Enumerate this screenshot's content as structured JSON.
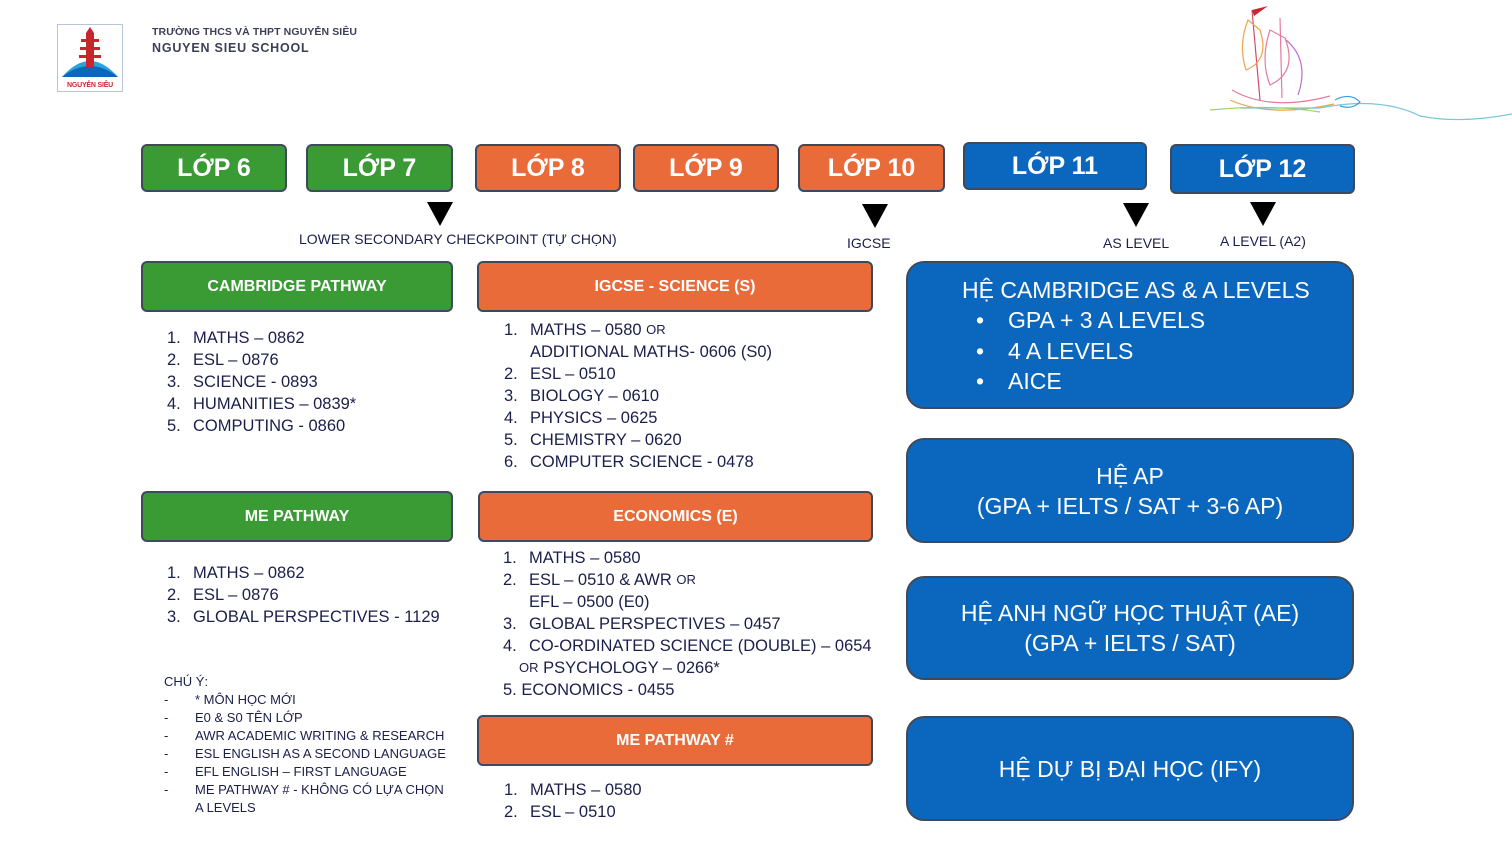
{
  "header": {
    "logo_text": "NGUYỄN SIÊU",
    "school_name_vn": "TRƯỜNG THCS VÀ THPT NGUYỄN SIÊU",
    "school_name_en": "NGUYEN SIEU SCHOOL",
    "decoration_icon": "sailing-ship-icon"
  },
  "colors": {
    "green": "#3a9a34",
    "orange": "#ea6b3a",
    "blue": "#0b67bd",
    "text": "#1a1f4b"
  },
  "grades": [
    "LỚP 6",
    "LỚP 7",
    "LỚP 8",
    "LỚP 9",
    "LỚP 10",
    "LỚP 11",
    "LỚP 12"
  ],
  "exams": {
    "checkpoint": "LOWER SECONDARY CHECKPOINT (TỰ CHỌN)",
    "igcse": "IGCSE",
    "as_level": "AS LEVEL",
    "a_level": "A LEVEL (A2)"
  },
  "cambridge": {
    "title": "CAMBRIDGE PATHWAY",
    "items": [
      "MATHS – 0862",
      "ESL – 0876",
      "SCIENCE - 0893",
      "HUMANITIES – 0839*",
      "COMPUTING - 0860"
    ]
  },
  "me": {
    "title": "ME PATHWAY",
    "items": [
      "MATHS – 0862",
      "ESL – 0876",
      "GLOBAL PERSPECTIVES - 1129"
    ]
  },
  "igcse_science": {
    "title": "IGCSE - SCIENCE (S)",
    "item1": "MATHS – 0580",
    "or": "OR",
    "item1_cont": "ADDITIONAL MATHS- 0606 (S0)",
    "items": [
      "ESL – 0510",
      "BIOLOGY – 0610",
      "PHYSICS – 0625",
      "CHEMISTRY – 0620",
      "COMPUTER SCIENCE - 0478"
    ]
  },
  "economics": {
    "title": "ECONOMICS (E)",
    "item1": "MATHS – 0580",
    "item2": "ESL – 0510 & AWR",
    "or": "OR",
    "item2_cont": "EFL – 0500 (E0)",
    "item3": "GLOBAL PERSPECTIVES – 0457",
    "item4": "CO-ORDINATED SCIENCE (DOUBLE) – 0654",
    "item4_cont": "PSYCHOLOGY – 0266*",
    "item5": "5. ECONOMICS - 0455"
  },
  "me_hash": {
    "title": "ME PATHWAY #",
    "items": [
      "MATHS – 0580",
      "ESL – 0510"
    ]
  },
  "notes": {
    "title": "CHÚ Ý:",
    "items": [
      "* MÔN HỌC MỚI",
      "E0 & S0 TÊN LỚP",
      "AWR ACADEMIC WRITING & RESEARCH",
      "ESL ENGLISH AS A SECOND LANGUAGE",
      "EFL ENGLISH – FIRST LANGUAGE",
      "ME PATHWAY # - KHÔNG CÓ LỰA CHỌN"
    ],
    "last_cont": "A LEVELS"
  },
  "systems": {
    "cambridge": {
      "title": "HỆ CAMBRIDGE AS & A LEVELS",
      "items": [
        "GPA + 3 A LEVELS",
        "4 A LEVELS",
        "AICE"
      ]
    },
    "ap": {
      "line1": "HỆ AP",
      "line2": "(GPA + IELTS / SAT + 3-6 AP)"
    },
    "ae": {
      "line1": "HỆ ANH NGỮ HỌC THUẬT (AE)",
      "line2": "(GPA + IELTS / SAT)"
    },
    "ify": {
      "line1": "HỆ DỰ BỊ ĐẠI HỌC (IFY)"
    }
  }
}
